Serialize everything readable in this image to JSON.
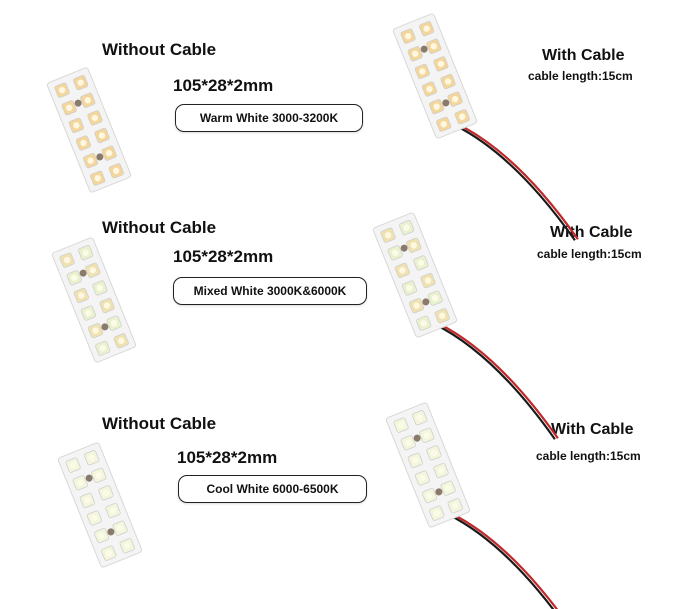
{
  "rows": [
    {
      "without_label": "Without Cable",
      "size": "105*28*2mm",
      "variant": "Warm White  3000-3200K",
      "with_label": "With Cable",
      "cable": "cable length:15cm",
      "led_color": "#f4d69a"
    },
    {
      "without_label": "Without Cable",
      "size": "105*28*2mm",
      "variant": "Mixed White 3000K&6000K",
      "with_label": "With Cable",
      "cable": "cable length:15cm",
      "led_color": "#f0e2b0",
      "led_color_alt": "#e9f2cf"
    },
    {
      "without_label": "Without Cable",
      "size": "105*28*2mm",
      "variant": "Cool White 6000-6500K",
      "with_label": "With Cable",
      "cable": "cable length:15cm",
      "led_color": "#f2f6dc"
    }
  ]
}
